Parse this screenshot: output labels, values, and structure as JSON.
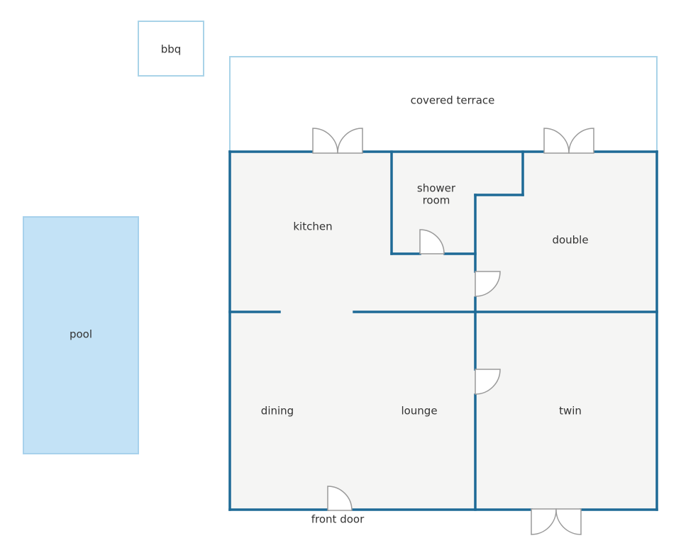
{
  "colors": {
    "wall": "#1e6a96",
    "outdoor_outline": "#a9d3e8",
    "floor": "#f5f5f4",
    "pool_fill": "#c3e2f6",
    "pool_outline": "#a7d1ec",
    "door": "#9a9a9a",
    "text": "#333333",
    "background": "#ffffff"
  },
  "labels": {
    "bbq": "bbq",
    "terrace": "covered terrace",
    "pool": "pool",
    "kitchen": "kitchen",
    "shower_line1": "shower",
    "shower_line2": "room",
    "double": "double",
    "dining": "dining",
    "lounge": "lounge",
    "twin": "twin",
    "front_door": "front door"
  }
}
